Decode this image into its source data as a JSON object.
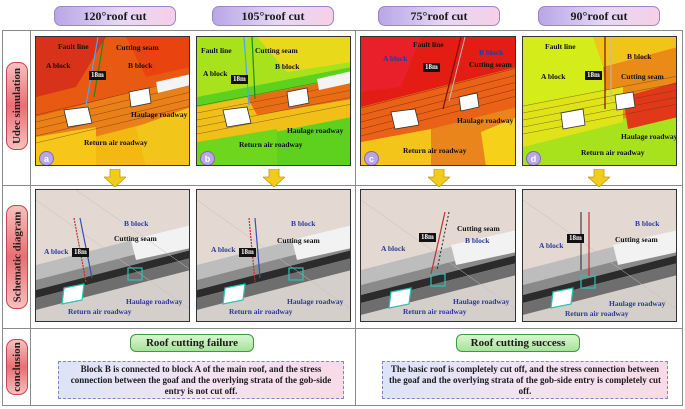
{
  "headers": [
    "120°roof cut",
    "105°roof cut",
    "75°roof cut",
    "90°roof cut"
  ],
  "row_labels": {
    "simulation": "Udec simulation",
    "schematic": "Schematic diagram",
    "conclusion": "conclusion"
  },
  "panel_letters": [
    "a",
    "b",
    "c",
    "d"
  ],
  "sim_labels": {
    "fault_line": "Fault line",
    "a_block": "A block",
    "b_block": "B block",
    "cutting_seam": "Cutting seam",
    "distance": "18m",
    "haulage": "Haulage roadway",
    "return_air": "Return air roadway"
  },
  "schem_labels": {
    "a_block": "A block",
    "b_block": "B block",
    "cutting_seam": "Cutting seam",
    "distance": "18m",
    "haulage": "Haulage roadway",
    "return_air": "Return air roadway"
  },
  "conclusions": {
    "left": {
      "title": "Roof cutting failure",
      "text": "Block B is connected to block A of the main roof, and the stress connection between the goaf and the overlying strata of the gob-side entry is not cut off."
    },
    "right": {
      "title": "Roof cutting success",
      "text": "The basic roof is completely cut off, and the stress connection between the goaf and the overlying strata of the gob-side entry is completely cut off."
    }
  },
  "colors": {
    "header_pill": "#e7d7f5",
    "side_pill": "#e86f73",
    "arrow": "#f2cc1c",
    "success_pill": "#a6e39a"
  }
}
